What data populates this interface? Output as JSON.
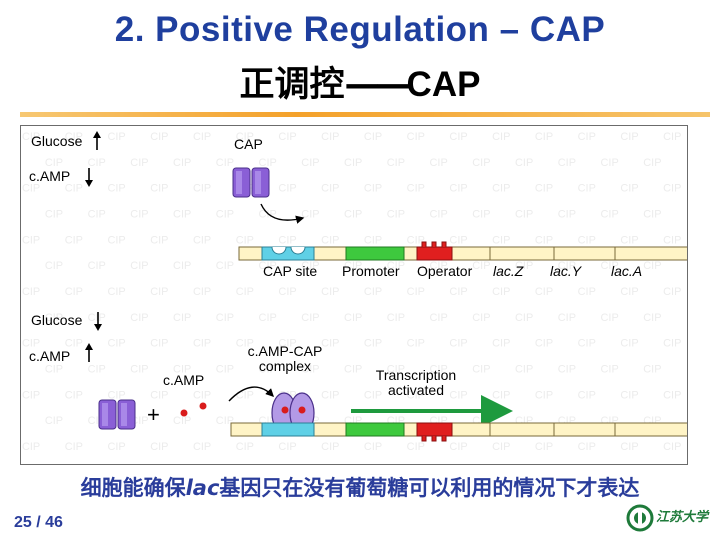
{
  "header": {
    "title_en": "2.  Positive Regulation – CAP",
    "title_cn_prefix": "正调控",
    "title_cn_dash": "——",
    "title_cn_suffix": "CAP"
  },
  "diagram": {
    "watermark_word": "CIP",
    "top": {
      "glucose_label": "Glucose",
      "glucose_arrow": "up",
      "camp_label": "c.AMP",
      "camp_arrow": "down",
      "cap_label": "CAP",
      "gene_labels": {
        "cap_site": "CAP site",
        "promoter": "Promoter",
        "operator": "Operator",
        "lacZ": "lac.Z",
        "lacY": "lac.Y",
        "lacA": "lac.A"
      }
    },
    "bottom": {
      "glucose_label": "Glucose",
      "glucose_arrow": "down",
      "camp_label": "c.AMP",
      "camp_arrow": "up",
      "camp_molecule_label": "c.AMP",
      "plus_sign": "+",
      "complex_label_line1": "c.AMP-CAP",
      "complex_label_line2": "complex",
      "transcription_line1": "Transcription",
      "transcription_line2": "activated"
    },
    "colors": {
      "cap_site": "#5fd0e6",
      "promoter": "#3ec93e",
      "operator": "#e01f1f",
      "dna_fill": "#fff4c6",
      "dna_border": "#7a6a3a",
      "cap_protein": "#8a5fd6",
      "camp_dot": "#d91c1c",
      "transcription_arrow": "#1e9a3e"
    }
  },
  "footer": {
    "caption_before": "细胞能确保",
    "caption_italic": "lac",
    "caption_after": "基因只在没有葡萄糖可以利用的情况下才表达",
    "page_number": "25 / 46",
    "logo_text": "江苏大学"
  }
}
